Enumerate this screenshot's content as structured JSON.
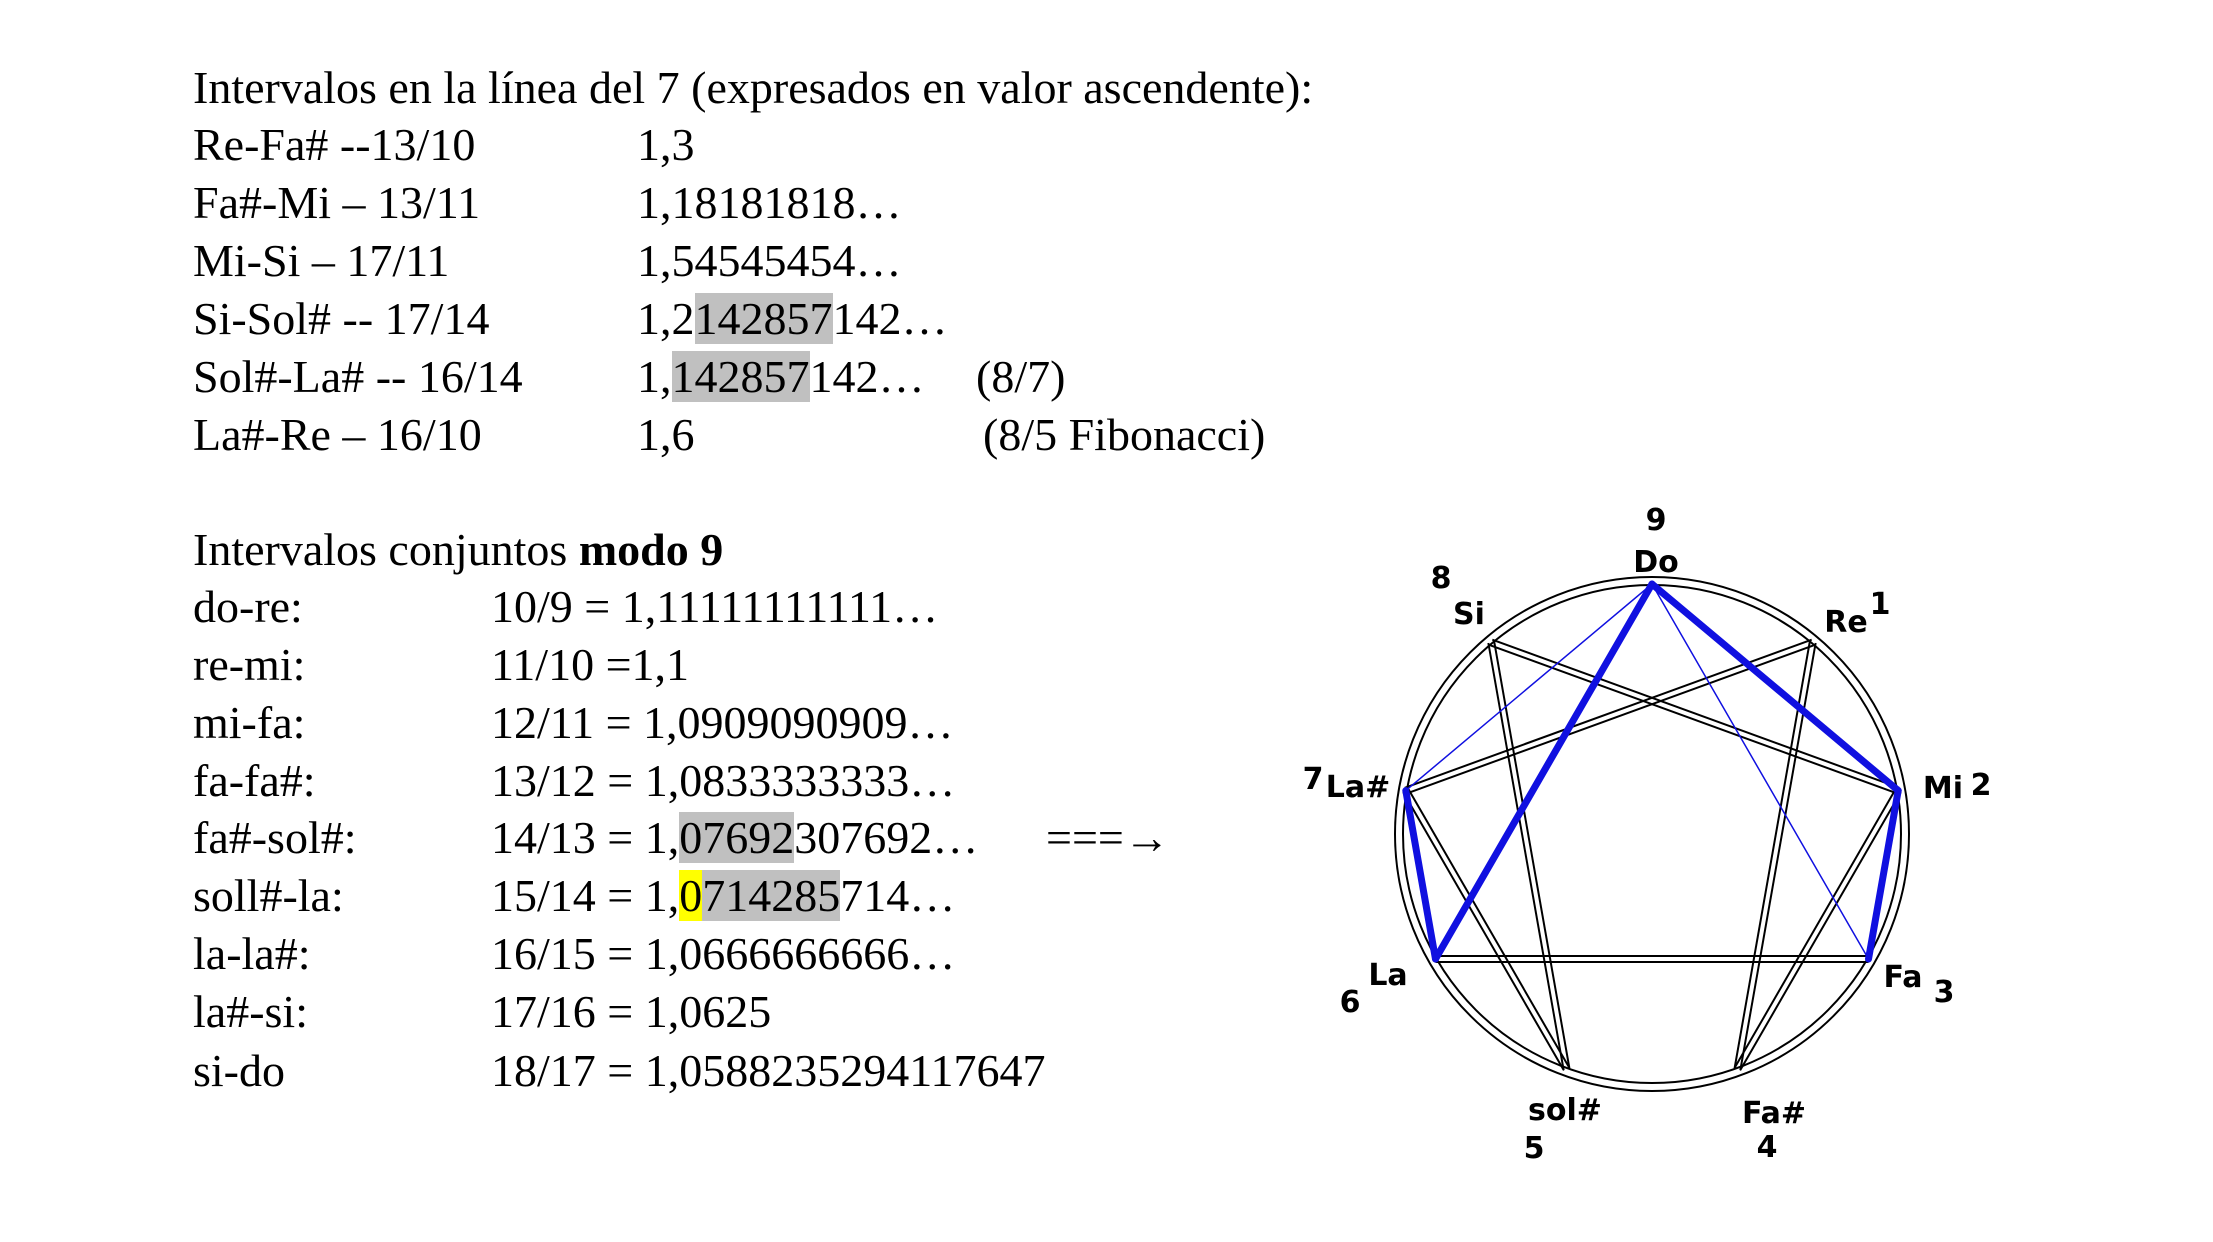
{
  "section1": {
    "title": "Intervalos en la línea del 7 (expresados en valor ascendente):",
    "rows": [
      {
        "name": "Re-Fa# --13/10",
        "pre": "1,3",
        "hl": "",
        "post": "",
        "note": ""
      },
      {
        "name": "Fa#-Mi – 13/11",
        "pre": "1,18181818…",
        "hl": "",
        "post": "",
        "note": ""
      },
      {
        "name": "Mi-Si – 17/11",
        "pre": "1,54545454…",
        "hl": "",
        "post": "",
        "note": ""
      },
      {
        "name": "Si-Sol# -- 17/14",
        "pre": "1,2",
        "hl": "142857",
        "post": "142…",
        "note": ""
      },
      {
        "name": "Sol#-La# -- 16/14",
        "pre": "1,",
        "hl": "142857",
        "post": "142…",
        "note": "(8/7)"
      },
      {
        "name": "La#-Re – 16/10",
        "pre": "1,6",
        "hl": "",
        "post": "",
        "note": "(8/5 Fibonacci)"
      }
    ]
  },
  "section2": {
    "title_plain": "Intervalos conjuntos ",
    "title_bold": "modo 9",
    "arrow": "===→",
    "rows": [
      {
        "name": "do-re:",
        "pre": "10/9 = 1,11111111111…",
        "yl": "",
        "hl": "",
        "post": ""
      },
      {
        "name": "re-mi:",
        "pre": "11/10 =1,1",
        "yl": "",
        "hl": "",
        "post": ""
      },
      {
        "name": "mi-fa:",
        "pre": "12/11 = 1,0909090909…",
        "yl": "",
        "hl": "",
        "post": ""
      },
      {
        "name": "fa-fa#:",
        "pre": "13/12 = 1,0833333333…",
        "yl": "",
        "hl": "",
        "post": ""
      },
      {
        "name": "fa#-sol#:",
        "pre": "14/13 = 1,",
        "yl": "",
        "hl": "07692",
        "post": "307692…"
      },
      {
        "name": "soll#-la:",
        "pre": "15/14 = 1,",
        "yl": "0",
        "hl": "714285",
        "post": "714…"
      },
      {
        "name": "la-la#:",
        "pre": "16/15 = 1,0666666666…",
        "yl": "",
        "hl": "",
        "post": ""
      },
      {
        "name": "la#-si:",
        "pre": "17/16 = 1,0625",
        "yl": "",
        "hl": "",
        "post": ""
      },
      {
        "name": "si-do",
        "pre": "18/17 = 1,0588235294117647",
        "yl": "",
        "hl": "",
        "post": ""
      }
    ]
  },
  "diagram": {
    "nodes": [
      {
        "num": "9",
        "note": "Do"
      },
      {
        "num": "1",
        "note": "Re"
      },
      {
        "num": "2",
        "note": "Mi"
      },
      {
        "num": "3",
        "note": "Fa"
      },
      {
        "num": "4",
        "note": "Fa#"
      },
      {
        "num": "5",
        "note": "sol#"
      },
      {
        "num": "6",
        "note": "La"
      },
      {
        "num": "7",
        "note": "La#"
      },
      {
        "num": "8",
        "note": "Si"
      }
    ],
    "edges": [
      {
        "from": "1",
        "to": "4",
        "style": "black"
      },
      {
        "from": "4",
        "to": "2",
        "style": "black"
      },
      {
        "from": "2",
        "to": "8",
        "style": "black"
      },
      {
        "from": "8",
        "to": "5",
        "style": "black"
      },
      {
        "from": "5",
        "to": "7",
        "style": "black"
      },
      {
        "from": "7",
        "to": "1",
        "style": "black"
      },
      {
        "from": "3",
        "to": "6",
        "style": "black"
      },
      {
        "from": "9",
        "to": "3",
        "style": "thin-blue"
      },
      {
        "from": "7",
        "to": "9",
        "style": "thin-blue"
      },
      {
        "from": "9",
        "to": "2",
        "style": "thick-blue"
      },
      {
        "from": "2",
        "to": "3",
        "style": "thick-blue"
      },
      {
        "from": "6",
        "to": "7",
        "style": "thick-blue"
      },
      {
        "from": "6",
        "to": "9",
        "style": "thick-blue"
      }
    ],
    "colors": {
      "blue": "#1010e0",
      "black": "#000000"
    }
  }
}
